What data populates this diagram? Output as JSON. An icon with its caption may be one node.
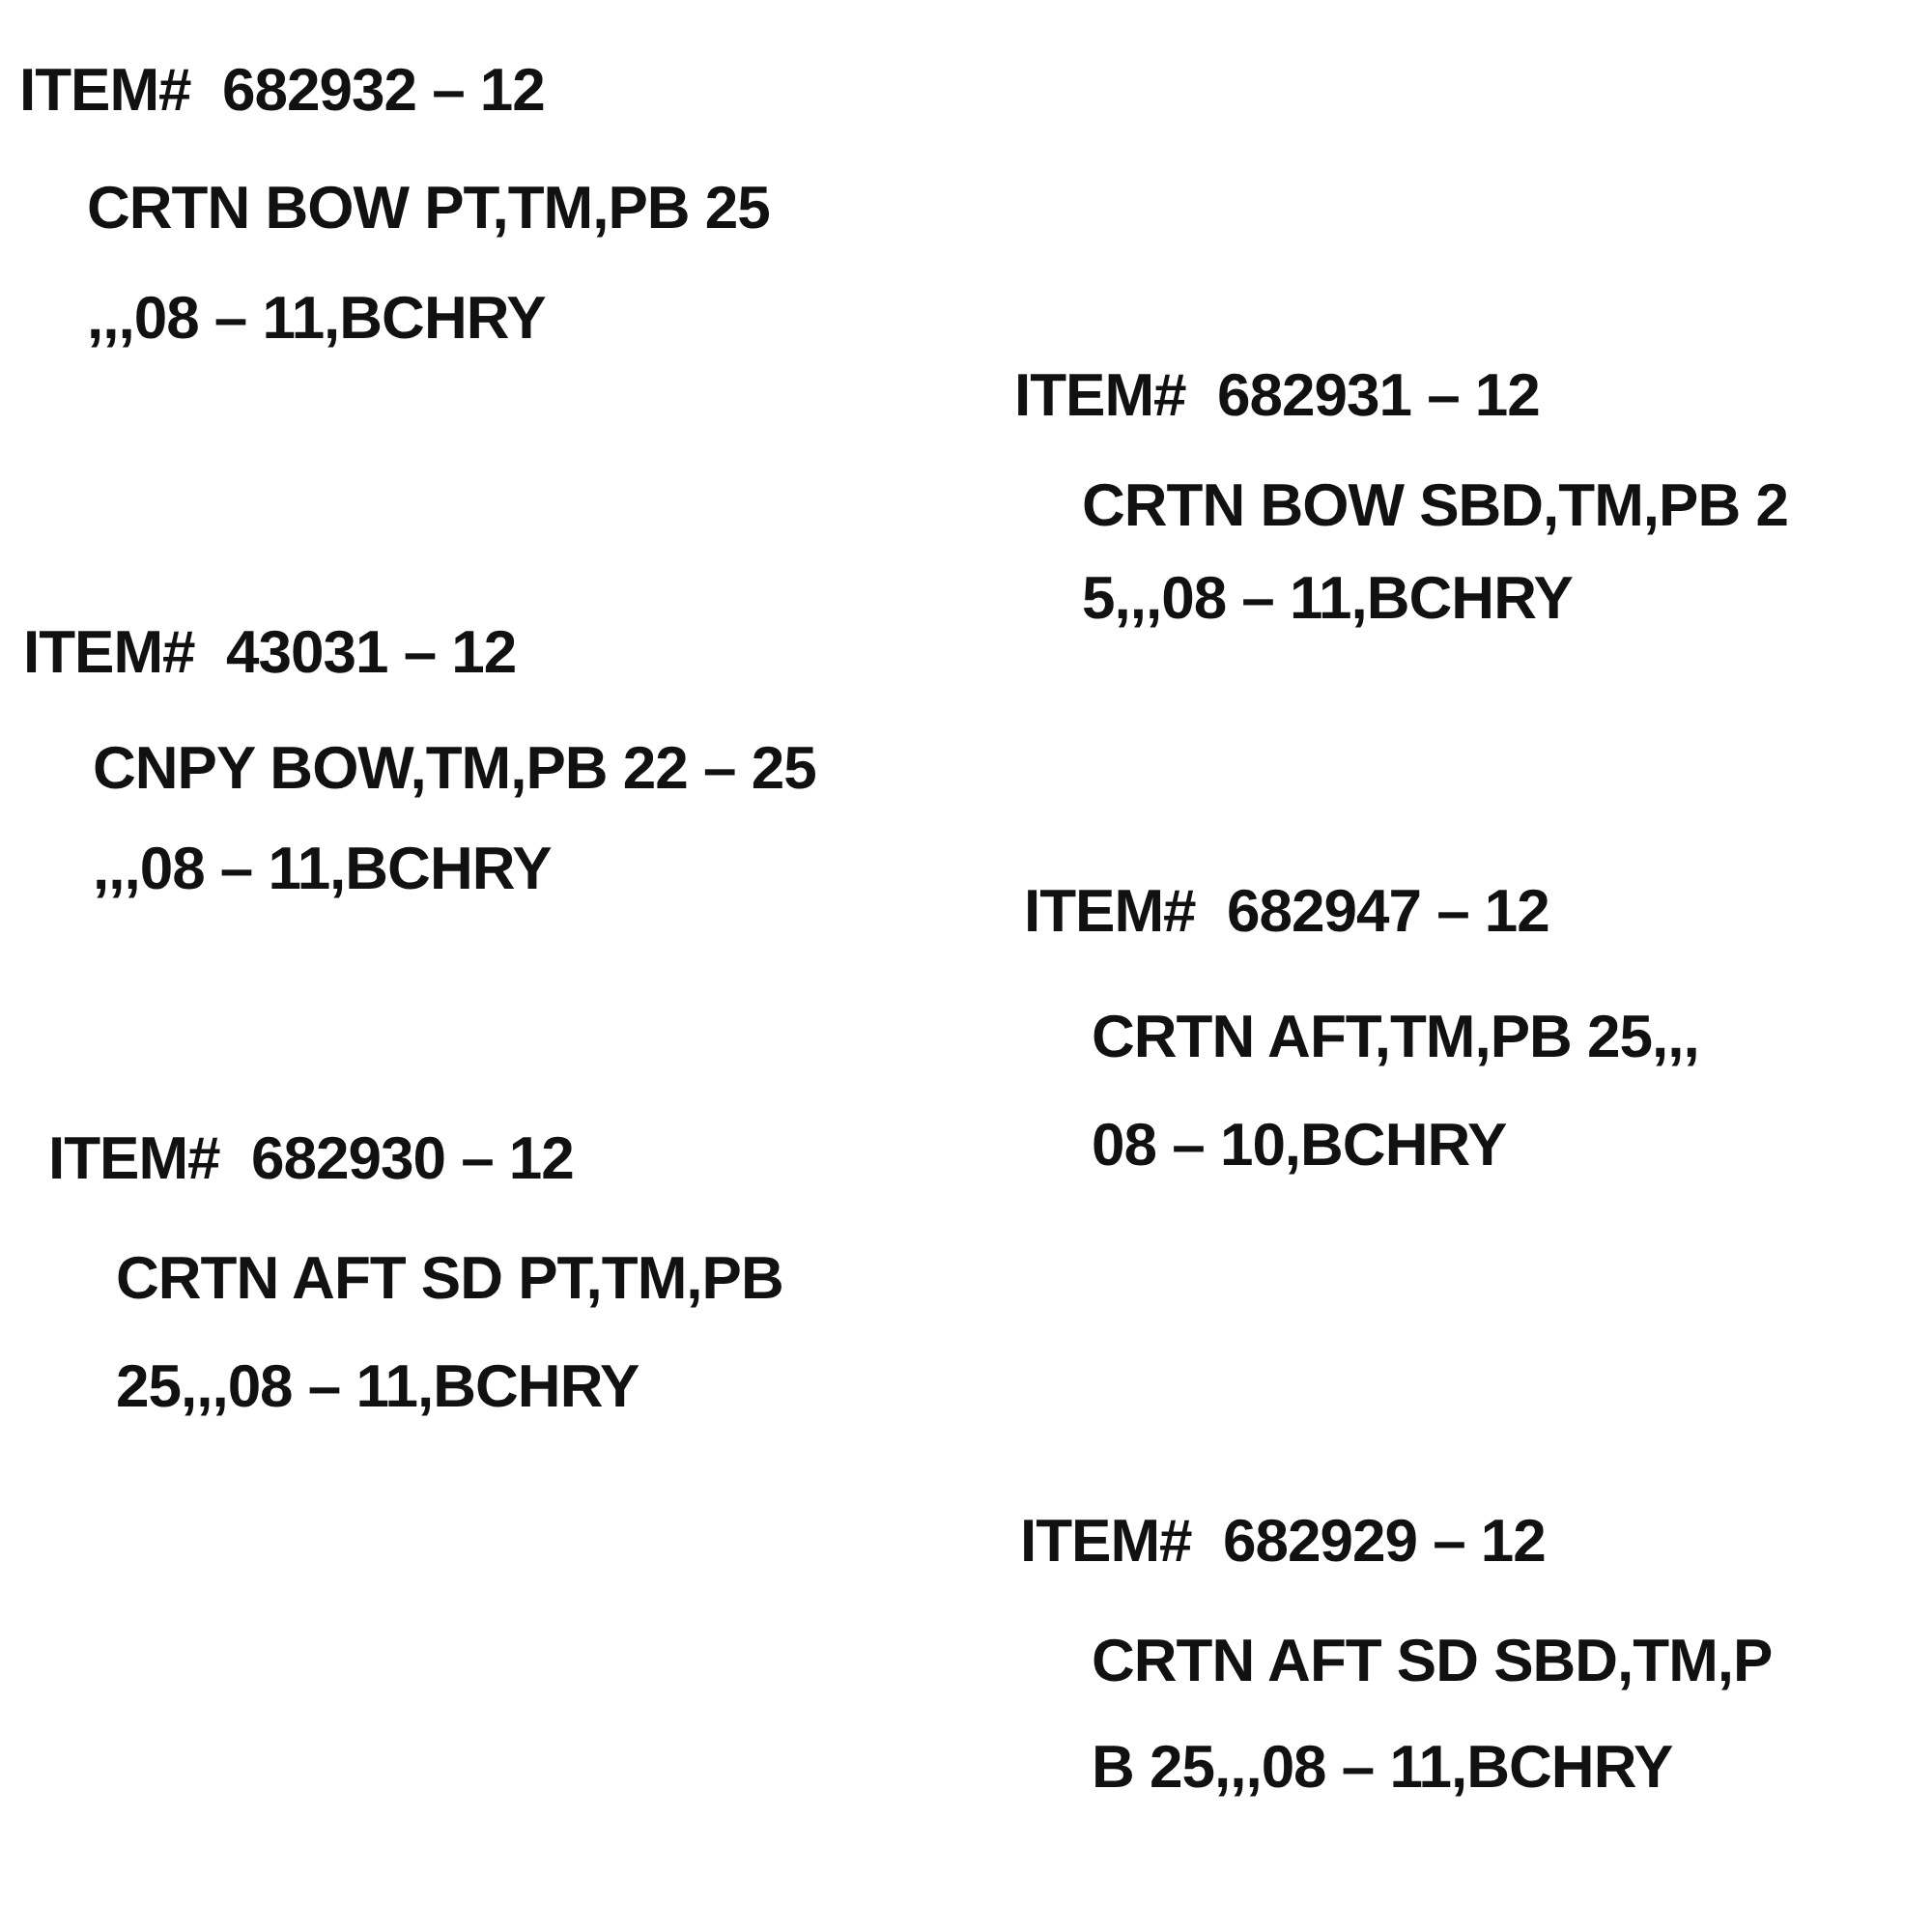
{
  "diagram": {
    "labels": [
      "ITEM#  682932 – 12",
      "CRTN BOW PT,TM,PB 25",
      ",,,08 – 11,BCHRY",
      "ITEM#  682931 – 12",
      "CRTN BOW SBD,TM,PB 2",
      "5,,,08 – 11,BCHRY",
      "ITEM#  43031 – 12",
      "CNPY BOW,TM,PB 22 – 25",
      ",,,08 – 11,BCHRY",
      "ITEM#  682947 – 12",
      "CRTN AFT,TM,PB 25,,,",
      "08 – 10,BCHRY",
      "ITEM#  682930 – 12",
      "CRTN AFT SD PT,TM,PB",
      "25,,,08 – 11,BCHRY",
      "ITEM#  682929 – 12",
      "CRTN AFT SD SBD,TM,P",
      "B 25,,,08 – 11,BCHRY"
    ]
  }
}
